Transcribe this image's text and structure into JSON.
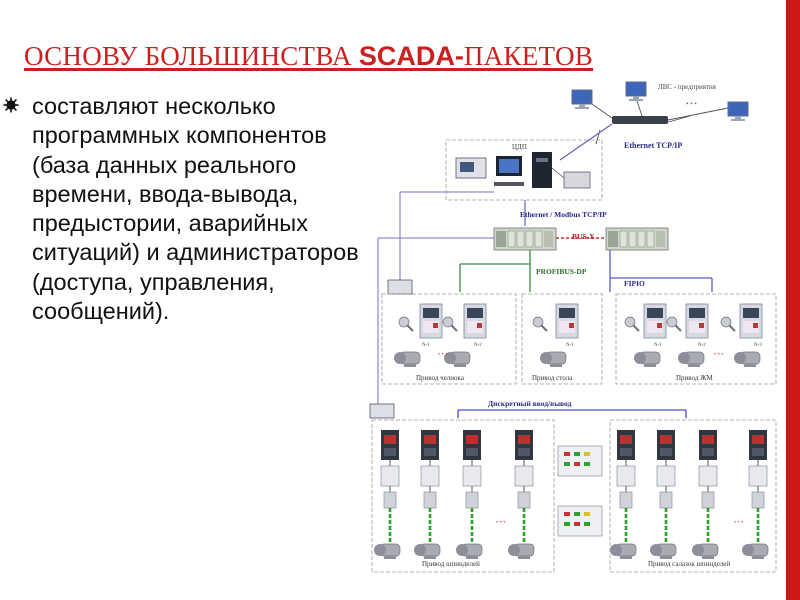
{
  "slide": {
    "title_part1": "ОСНОВУ БОЛЬШИНСТВА ",
    "title_part2": "SCADA-",
    "title_part3": "ПАКЕТОВ",
    "bullet_text": "составляют несколько программных компонентов (база данных реального времени, ввода-вывода, предыстории, аварийных ситуаций) и администраторов (доступа, управления, сообщений).",
    "accent_color": "#cc1f1f"
  },
  "diagram": {
    "lan_label": "ЛВС - предприятия",
    "lan_dots": "• • •",
    "ethernet_tcpip": "Ethernet TCP/IP",
    "cdp_label": "ЦДП",
    "ethernet_modbus": "Ethernet / Modbus TCP/IP",
    "busx": "BUS-X",
    "profibus": "PROFIBUS-DP",
    "fipio": "FIPIO",
    "drive_shuttle": "Привод челнока",
    "drive_table": "Привод стола",
    "drive_zhm": "Привод ЖМ",
    "discrete_io": "Дискретный ввод/вывод",
    "spindle_drive": "Привод шпинделей",
    "spindle_drive_slide": "Привод салазок шпинделей",
    "motor_labels": [
      "N-1",
      "N-2",
      "N-1",
      "N-1",
      "N-2",
      "N-3"
    ],
    "ellipsis": "• • •"
  }
}
